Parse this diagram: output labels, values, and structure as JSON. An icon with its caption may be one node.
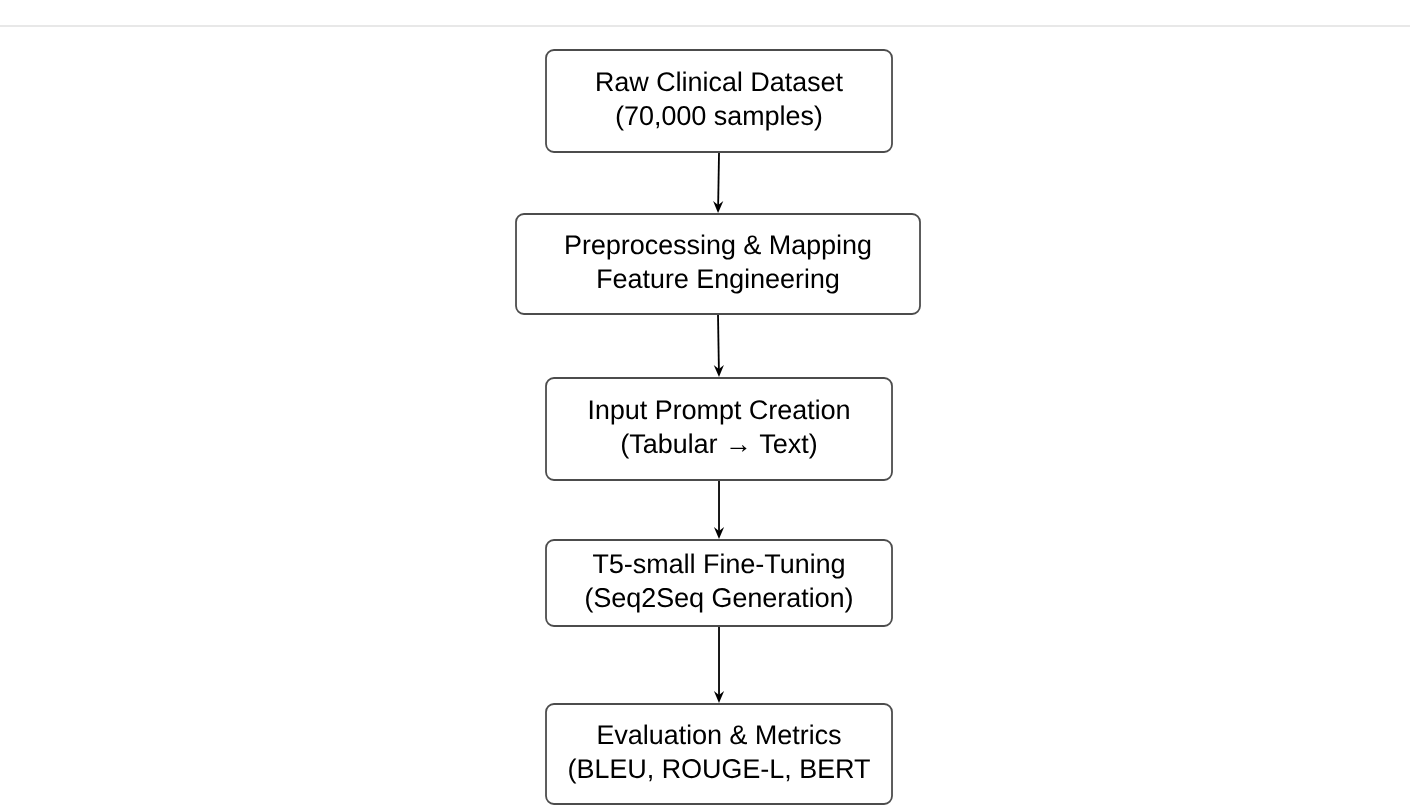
{
  "diagram": {
    "nodes": [
      {
        "text": [
          "Raw Clinical Dataset",
          "(70,000 samples)"
        ]
      },
      {
        "text": [
          "Preprocessing & Mapping",
          "Feature Engineering"
        ]
      },
      {
        "text": [
          "Input Prompt Creation",
          "(Tabular → Text)"
        ]
      },
      {
        "text": [
          "T5-small Fine-Tuning",
          "(Seq2Seq Generation)"
        ]
      },
      {
        "text": [
          "Evaluation & Metrics",
          "(BLEU, ROUGE-L, BERT"
        ]
      }
    ],
    "edges": [
      {
        "from": 0,
        "to": 1,
        "arrow": "to"
      },
      {
        "from": 1,
        "to": 2,
        "arrow": "to"
      },
      {
        "from": 2,
        "to": 3,
        "arrow": "to"
      },
      {
        "from": 3,
        "to": 4,
        "arrow": "to"
      }
    ]
  }
}
